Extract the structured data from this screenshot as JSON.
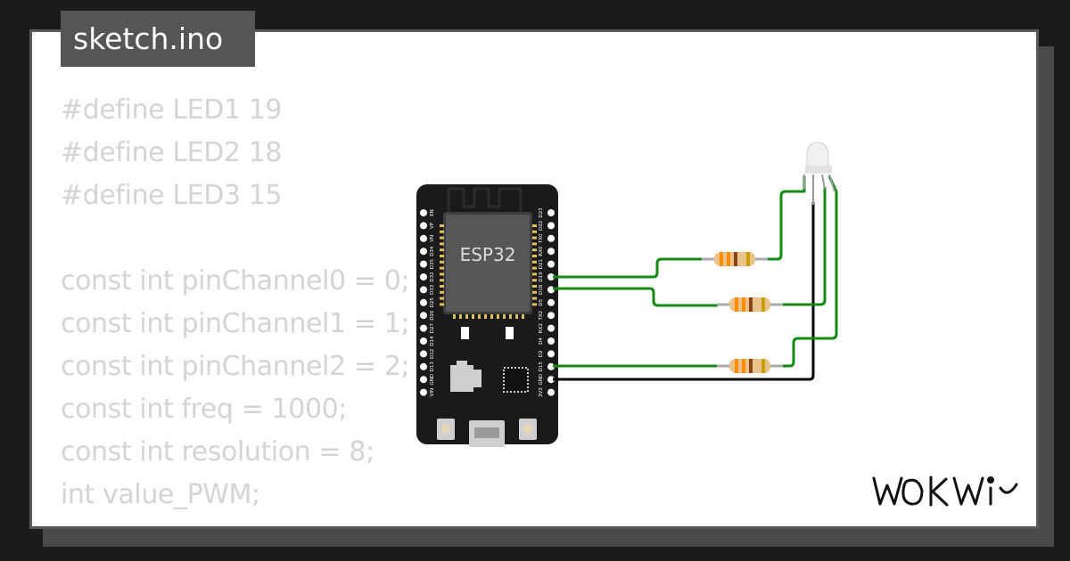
{
  "file_tab": {
    "label": "sketch.ino"
  },
  "code_lines": [
    "#define LED1 19",
    "#define LED2 18",
    "#define LED3 15",
    "",
    "const int pinChannel0 = 0;",
    "const int pinChannel1 = 1;",
    "const int pinChannel2 = 2;",
    "const int freq = 1000;",
    "const int resolution = 8;",
    "int value_PWM;"
  ],
  "board": {
    "chip_label": "ESP32",
    "left_pins": [
      "EN",
      "VP",
      "VN",
      "D34",
      "D35",
      "D32",
      "D33",
      "D25",
      "D26",
      "D27",
      "D14",
      "D12",
      "D13",
      "GND",
      "VIN"
    ],
    "right_pins": [
      "D23",
      "D22",
      "TX0",
      "RX0",
      "D21",
      "D19",
      "D18",
      "D5",
      "TX2",
      "RX2",
      "D4",
      "D2",
      "D15",
      "GND",
      "3V3"
    ]
  },
  "brand": {
    "name": "WOKWi"
  },
  "colors": {
    "wire": "#138a13",
    "ground_wire": "#000000",
    "board": "#1a1a1a",
    "code_text": "#d4d4d4"
  },
  "icons": [
    "esp32-board-icon",
    "resistor-icon",
    "rgb-led-icon",
    "wokwi-logo-icon"
  ]
}
